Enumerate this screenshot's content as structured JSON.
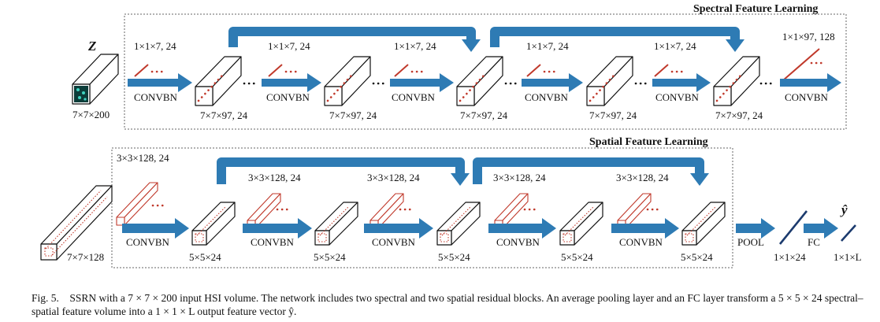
{
  "sections": {
    "spectral_title": "Spectral Feature Learning",
    "spatial_title": "Spatial Feature Learning"
  },
  "spectral": {
    "input_symbol": "Z",
    "input_dims": "7×7×200",
    "conv_labels": [
      "1×1×7, 24",
      "1×1×7, 24",
      "1×1×7, 24",
      "1×1×7, 24",
      "1×1×7, 24",
      "1×1×97, 128"
    ],
    "feature_dims": [
      "7×7×97, 24",
      "7×7×97, 24",
      "7×7×97, 24",
      "7×7×97, 24",
      "7×7×97, 24"
    ],
    "op_label": "CONVBN"
  },
  "spatial": {
    "input_dims": "7×7×128",
    "conv_labels": [
      "3×3×128, 24",
      "3×3×128, 24",
      "3×3×128, 24",
      "3×3×128, 24",
      "3×3×128, 24"
    ],
    "feature_dims": [
      "5×5×24",
      "5×5×24",
      "5×5×24",
      "5×5×24",
      "5×5×24"
    ],
    "op_label": "CONVBN"
  },
  "head": {
    "pool_label": "POOL",
    "fc_label": "FC",
    "pool_dims": "1×1×24",
    "output_symbol": "ŷ",
    "output_dims": "1×1×L"
  },
  "caption": {
    "fig_label": "Fig. 5.",
    "text": "SSRN with a 7 × 7 × 200 input HSI volume. The network includes two spectral and two spatial residual blocks. An average pooling layer and an FC layer transform a 5 × 5 × 24 spectral–spatial feature volume into a 1 × 1 × L output feature vector ŷ."
  },
  "colors": {
    "arrow": "#2e7bb4",
    "kernel": "#c0392b",
    "output_line": "#1c3b6e"
  }
}
